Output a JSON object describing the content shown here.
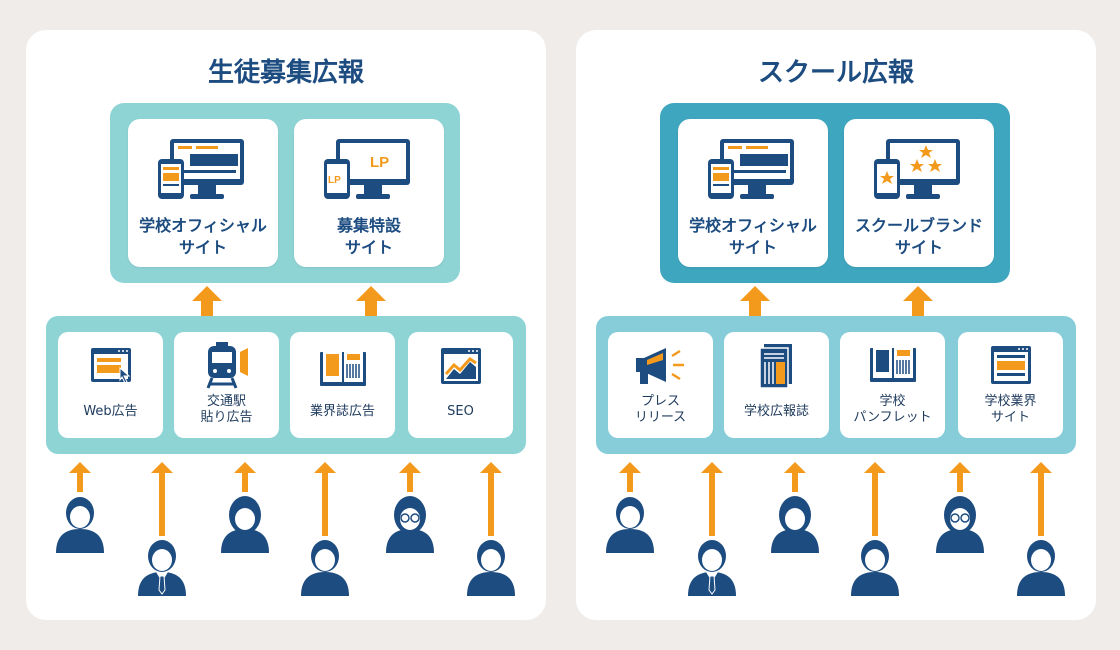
{
  "colors": {
    "navy": "#1d4c80",
    "orange": "#f39a1d",
    "teal_light": "#8fd4d5",
    "teal_dark": "#3fa6bf",
    "teal_mid": "#86cdd9",
    "background": "#efecea"
  },
  "left": {
    "title": "生徒募集広報",
    "top_cards": [
      {
        "label": "学校オフィシャル\nサイト",
        "icon": "devices-icon"
      },
      {
        "label": "募集特設\nサイト",
        "icon": "lp-devices-icon"
      }
    ],
    "mid_cards": [
      {
        "label": "Web広告",
        "icon": "web-ad-icon"
      },
      {
        "label": "交通駅\n貼り広告",
        "icon": "train-icon"
      },
      {
        "label": "業界誌広告",
        "icon": "magazine-icon"
      },
      {
        "label": "SEO",
        "icon": "seo-chart-icon"
      }
    ]
  },
  "right": {
    "title": "スクール広報",
    "top_cards": [
      {
        "label": "学校オフィシャル\nサイト",
        "icon": "devices-icon"
      },
      {
        "label": "スクールブランド\nサイト",
        "icon": "star-devices-icon"
      }
    ],
    "mid_cards": [
      {
        "label": "プレス\nリリース",
        "icon": "megaphone-icon"
      },
      {
        "label": "学校広報誌",
        "icon": "newsletter-icon"
      },
      {
        "label": "学校\nパンフレット",
        "icon": "pamphlet-icon"
      },
      {
        "label": "学校業界\nサイト",
        "icon": "website-icon"
      }
    ]
  }
}
